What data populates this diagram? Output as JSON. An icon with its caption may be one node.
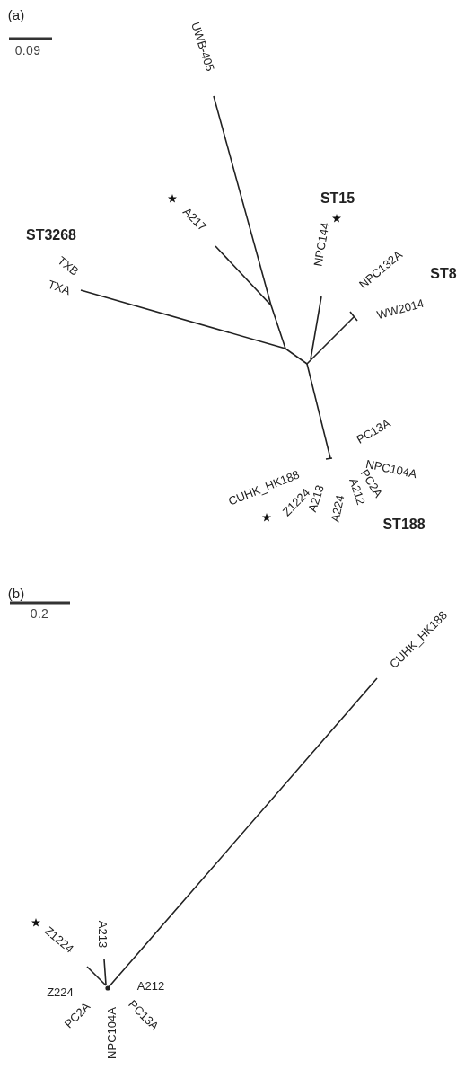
{
  "diagram": {
    "labels": [
      "(a)",
      "0.09",
      "UWB-405",
      "ST15",
      "A217",
      "ST3268",
      "NPC144",
      "TXB",
      "TXA",
      "NPC132A",
      "ST8",
      "WW2014",
      "PC13A",
      "NPC104A",
      "CUHK_HK188",
      "Z1224",
      "A213",
      "A224",
      "A212",
      "PC2A",
      "ST188",
      "(b)",
      "0.2",
      "CUHK_HK188",
      "Z1224",
      "A213",
      "A212",
      "Z224",
      "PC2A",
      "PC13A",
      "NPC104A"
    ]
  }
}
